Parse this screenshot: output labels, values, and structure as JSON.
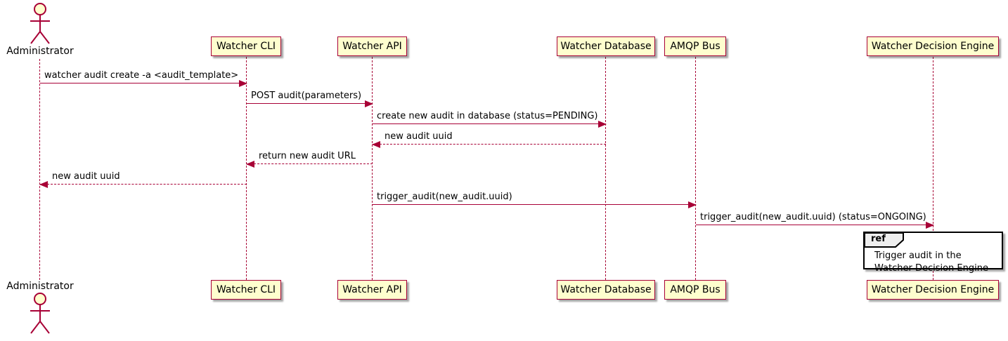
{
  "diagram": {
    "kind": "uml-sequence-diagram",
    "actor": {
      "name": "Administrator"
    },
    "participants": [
      {
        "label": "Watcher CLI"
      },
      {
        "label": "Watcher API"
      },
      {
        "label": "Watcher Database"
      },
      {
        "label": "AMQP Bus"
      },
      {
        "label": "Watcher Decision Engine"
      }
    ],
    "messages": [
      {
        "from": "Administrator",
        "to": "Watcher CLI",
        "label": "watcher audit create -a <audit_template>",
        "line": "solid",
        "direction": "right"
      },
      {
        "from": "Watcher CLI",
        "to": "Watcher API",
        "label": "POST audit(parameters)",
        "line": "solid",
        "direction": "right"
      },
      {
        "from": "Watcher API",
        "to": "Watcher Database",
        "label": "create new audit in database (status=PENDING)",
        "line": "solid",
        "direction": "right"
      },
      {
        "from": "Watcher Database",
        "to": "Watcher API",
        "label": "new audit uuid",
        "line": "dashed",
        "direction": "left"
      },
      {
        "from": "Watcher API",
        "to": "Watcher CLI",
        "label": "return new audit URL",
        "line": "dashed",
        "direction": "left"
      },
      {
        "from": "Watcher CLI",
        "to": "Administrator",
        "label": "new audit uuid",
        "line": "dashed",
        "direction": "left"
      },
      {
        "from": "Watcher API",
        "to": "AMQP Bus",
        "label": "trigger_audit(new_audit.uuid)",
        "line": "solid",
        "direction": "right"
      },
      {
        "from": "AMQP Bus",
        "to": "Watcher Decision Engine",
        "label": "trigger_audit(new_audit.uuid) (status=ONGOING)",
        "line": "solid",
        "direction": "right"
      }
    ],
    "ref_fragment": {
      "keyword": "ref",
      "over": "Watcher Decision Engine",
      "line1": "Trigger audit in the",
      "line2": "Watcher Decision Engine"
    },
    "colors": {
      "participant_fill": "#FEFECE",
      "participant_border": "#A80036",
      "message_line": "#A80036",
      "text": "#000000",
      "ref_border": "#000000",
      "ref_header_fill": "#EEEEEE"
    }
  }
}
